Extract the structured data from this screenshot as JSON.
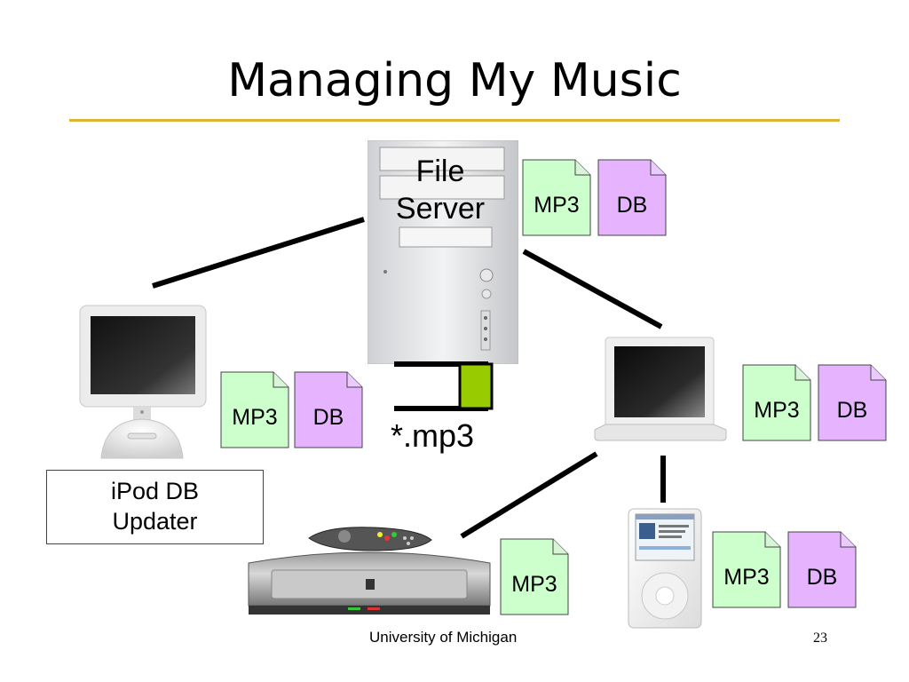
{
  "slide": {
    "title": "Managing My Music",
    "footer": "University of Michigan",
    "page_number": "23"
  },
  "server": {
    "line1": "File",
    "line2": "Server"
  },
  "pipe_label": "*.mp3",
  "updater": {
    "line1": "iPod DB",
    "line2": "Updater"
  },
  "file_labels": {
    "mp3": "MP3",
    "db": "DB"
  },
  "colors": {
    "title_rule": "#dfb431",
    "mp3_doc": "#ccffcc",
    "db_doc": "#e6b3ff",
    "pipe_fill": "#99cc00"
  }
}
